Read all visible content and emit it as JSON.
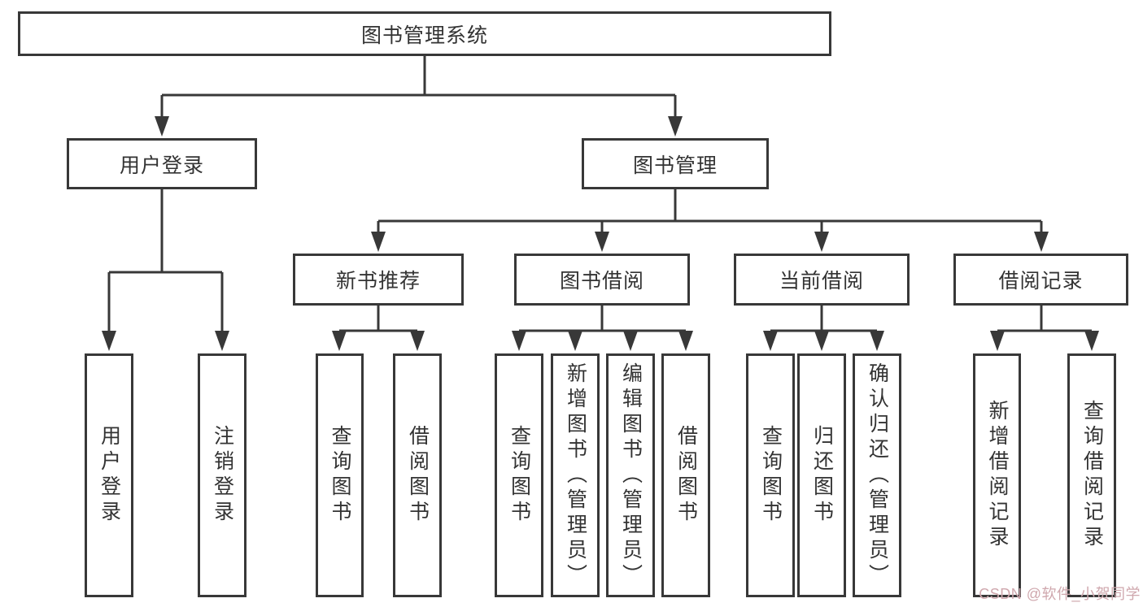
{
  "diagram": {
    "root": {
      "label": "图书管理系统"
    },
    "branches": [
      {
        "label": "用户登录"
      },
      {
        "label": "图书管理"
      }
    ],
    "modules": [
      {
        "label": "新书推荐"
      },
      {
        "label": "图书借阅"
      },
      {
        "label": "当前借阅"
      },
      {
        "label": "借阅记录"
      }
    ],
    "leaves": [
      {
        "label": "用户登录"
      },
      {
        "label": "注销登录"
      },
      {
        "label": "查询图书"
      },
      {
        "label": "借阅图书"
      },
      {
        "label": "查询图书"
      },
      {
        "label": "新增图书（管理员）"
      },
      {
        "label": "编辑图书（管理员）"
      },
      {
        "label": "借阅图书"
      },
      {
        "label": "查询图书"
      },
      {
        "label": "归还图书"
      },
      {
        "label": "确认归还（管理员）"
      },
      {
        "label": "新增借阅记录"
      },
      {
        "label": "查询借阅记录"
      }
    ]
  },
  "watermark": {
    "text": "CSDN @软件_小贺同学"
  },
  "colors": {
    "line": "#383838",
    "text": "#333333",
    "watermark": "#cfa7ad",
    "background": "#ffffff"
  }
}
